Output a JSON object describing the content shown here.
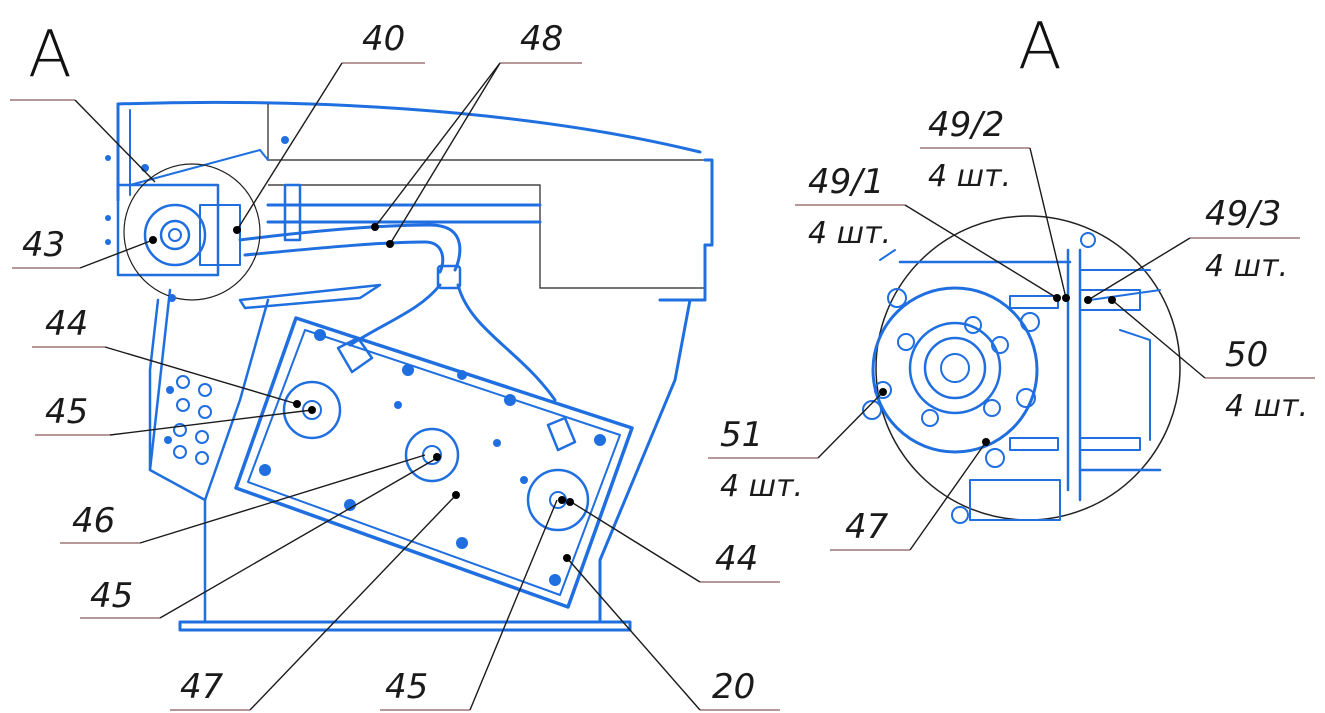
{
  "view_marks": {
    "left": "A",
    "right": "A"
  },
  "left_view": {
    "callouts": [
      {
        "id": "40",
        "text": "40"
      },
      {
        "id": "48",
        "text": "48"
      },
      {
        "id": "43",
        "text": "43"
      },
      {
        "id": "44a",
        "text": "44"
      },
      {
        "id": "45a",
        "text": "45"
      },
      {
        "id": "46",
        "text": "46"
      },
      {
        "id": "45b",
        "text": "45"
      },
      {
        "id": "47",
        "text": "47"
      },
      {
        "id": "45c",
        "text": "45"
      },
      {
        "id": "44b",
        "text": "44"
      },
      {
        "id": "20",
        "text": "20"
      }
    ]
  },
  "detail_view": {
    "callouts": [
      {
        "id": "49_2",
        "text": "49/2",
        "qty": "4 шт."
      },
      {
        "id": "49_1",
        "text": "49/1",
        "qty": "4 шт."
      },
      {
        "id": "49_3",
        "text": "49/3",
        "qty": "4 шт."
      },
      {
        "id": "50",
        "text": "50",
        "qty": "4 шт."
      },
      {
        "id": "51",
        "text": "51",
        "qty": "4 шт."
      },
      {
        "id": "47d",
        "text": "47"
      }
    ]
  },
  "colors": {
    "drawing": "#1f6fe0",
    "leader": "#1a1a1a",
    "shelf": "#8a5a5a"
  }
}
